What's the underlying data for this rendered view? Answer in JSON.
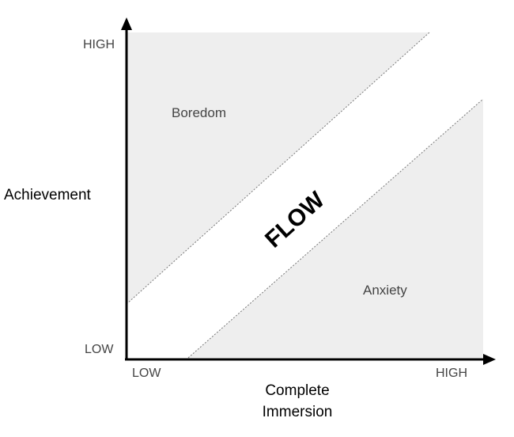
{
  "y_axis": {
    "label": "Achievement",
    "high_label": "HIGH",
    "low_label": "LOW"
  },
  "x_axis": {
    "label_line1": "Complete",
    "label_line2": "Immersion",
    "high_label": "HIGH",
    "low_label": "LOW"
  },
  "regions": {
    "upper": "Boredom",
    "middle": "FLOW",
    "lower": "Anxiety"
  },
  "colors": {
    "region_fill": "#eeeeee",
    "axis": "#000000",
    "divider": "#777777",
    "text": "#444444"
  }
}
